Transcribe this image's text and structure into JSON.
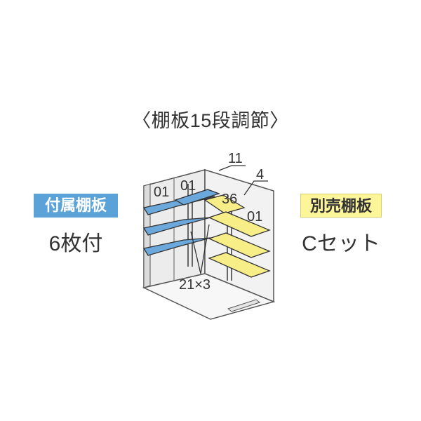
{
  "title": "〈棚板15段調節〉",
  "left": {
    "badge": "付属棚板",
    "text": "6枚付",
    "color": "#5aa2d8"
  },
  "right": {
    "badge": "別売棚板",
    "text": "Cセット",
    "color": "#fcf59a"
  },
  "diagram": {
    "labels": {
      "left_top_a": "01",
      "left_top_b": "01",
      "top_center": "11",
      "top_right": "4",
      "middle": "36",
      "right_top": "01",
      "bottom": "21×3"
    }
  }
}
